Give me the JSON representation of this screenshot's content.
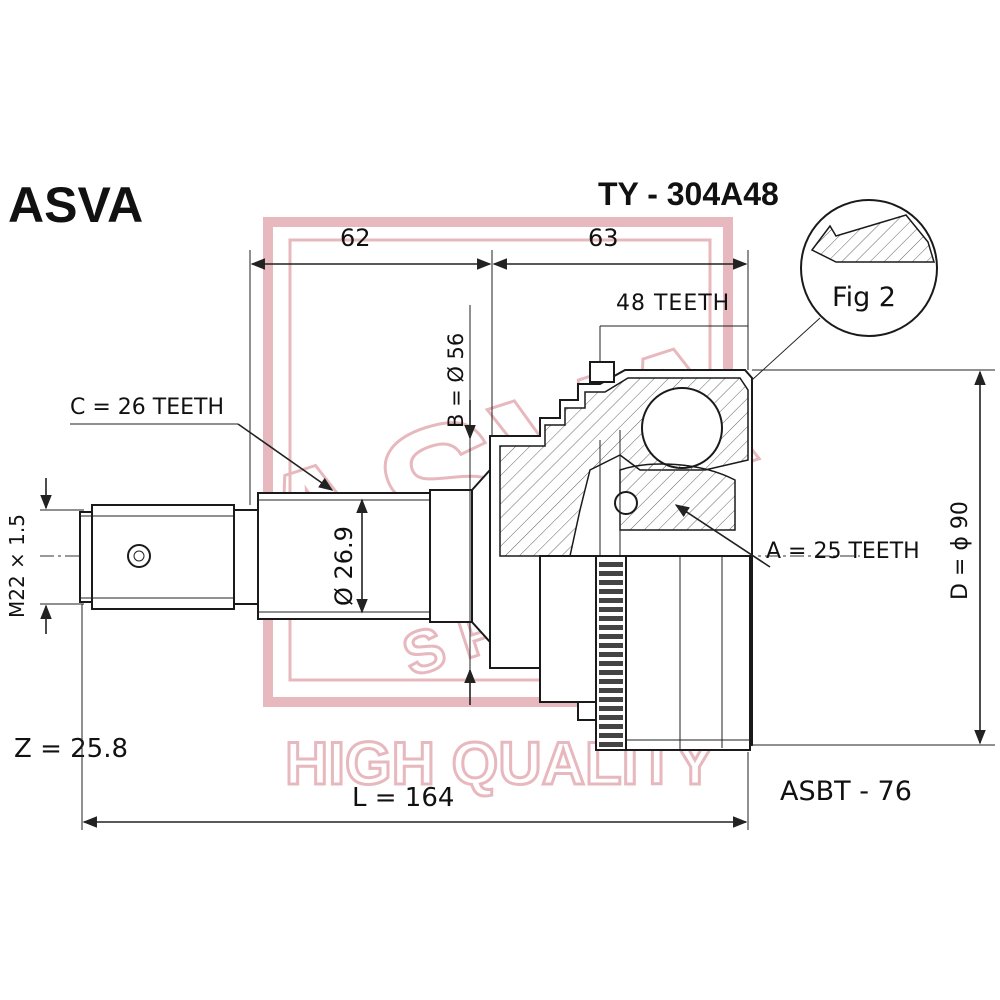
{
  "brand": "ASVA",
  "part_number": "TY - 304A48",
  "reference_code": "ASBT - 76",
  "watermark": {
    "logo_text": "ASVA",
    "logo_sub": "SPORT",
    "tagline": "HIGH QUALITY",
    "color": "#e7b8bd"
  },
  "dimensions": {
    "left_length": "62",
    "right_length": "63",
    "abs_teeth": "48 TEETH",
    "outer_spline": "C = 26 TEETH",
    "inner_spline": "A = 25 TEETH",
    "seal_diameter": "B = Ø 56",
    "shaft_diameter": "Ø 26.9",
    "thread": "M22 × 1.5",
    "housing_diameter": "D = ϕ 90",
    "z": "Z = 25.8",
    "total_length": "L = 164"
  },
  "detail_label": "Fig 2"
}
